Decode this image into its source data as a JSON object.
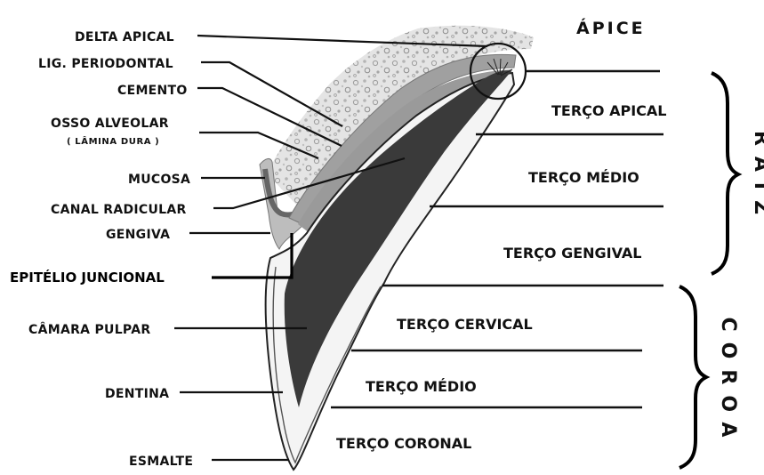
{
  "labels_left": {
    "delta_apical": "DELTA APICAL",
    "lig_periodontal": "LIG. PERIODONTAL",
    "cemento": "CEMENTO",
    "osso_alveolar": "OSSO ALVEOLAR",
    "lamina_dura": "( LÂMINA DURA )",
    "mucosa": "MUCOSA",
    "canal_radicular": "CANAL RADICULAR",
    "gengiva": "GENGIVA",
    "epitelio_juncional": "EPITÉLIO JUNCIONAL",
    "camara_pulpar": "CÂMARA PULPAR",
    "dentina": "DENTINA",
    "esmalte": "ESMALTE"
  },
  "apex": "ÁPICE",
  "root": {
    "title": "RAIZ",
    "thirds": [
      "TERÇO APICAL",
      "TERÇO MÉDIO",
      "TERÇO GENGIVAL"
    ]
  },
  "crown": {
    "title": "COROA",
    "thirds": [
      "TERÇO CERVICAL",
      "TERÇO MÉDIO",
      "TERÇO CORONAL"
    ]
  },
  "colors": {
    "pulp": "#3a3a3a",
    "cementum": "#9a9a9a",
    "bone": "#d8d8d8",
    "gingiva": "#a8a8a8"
  }
}
